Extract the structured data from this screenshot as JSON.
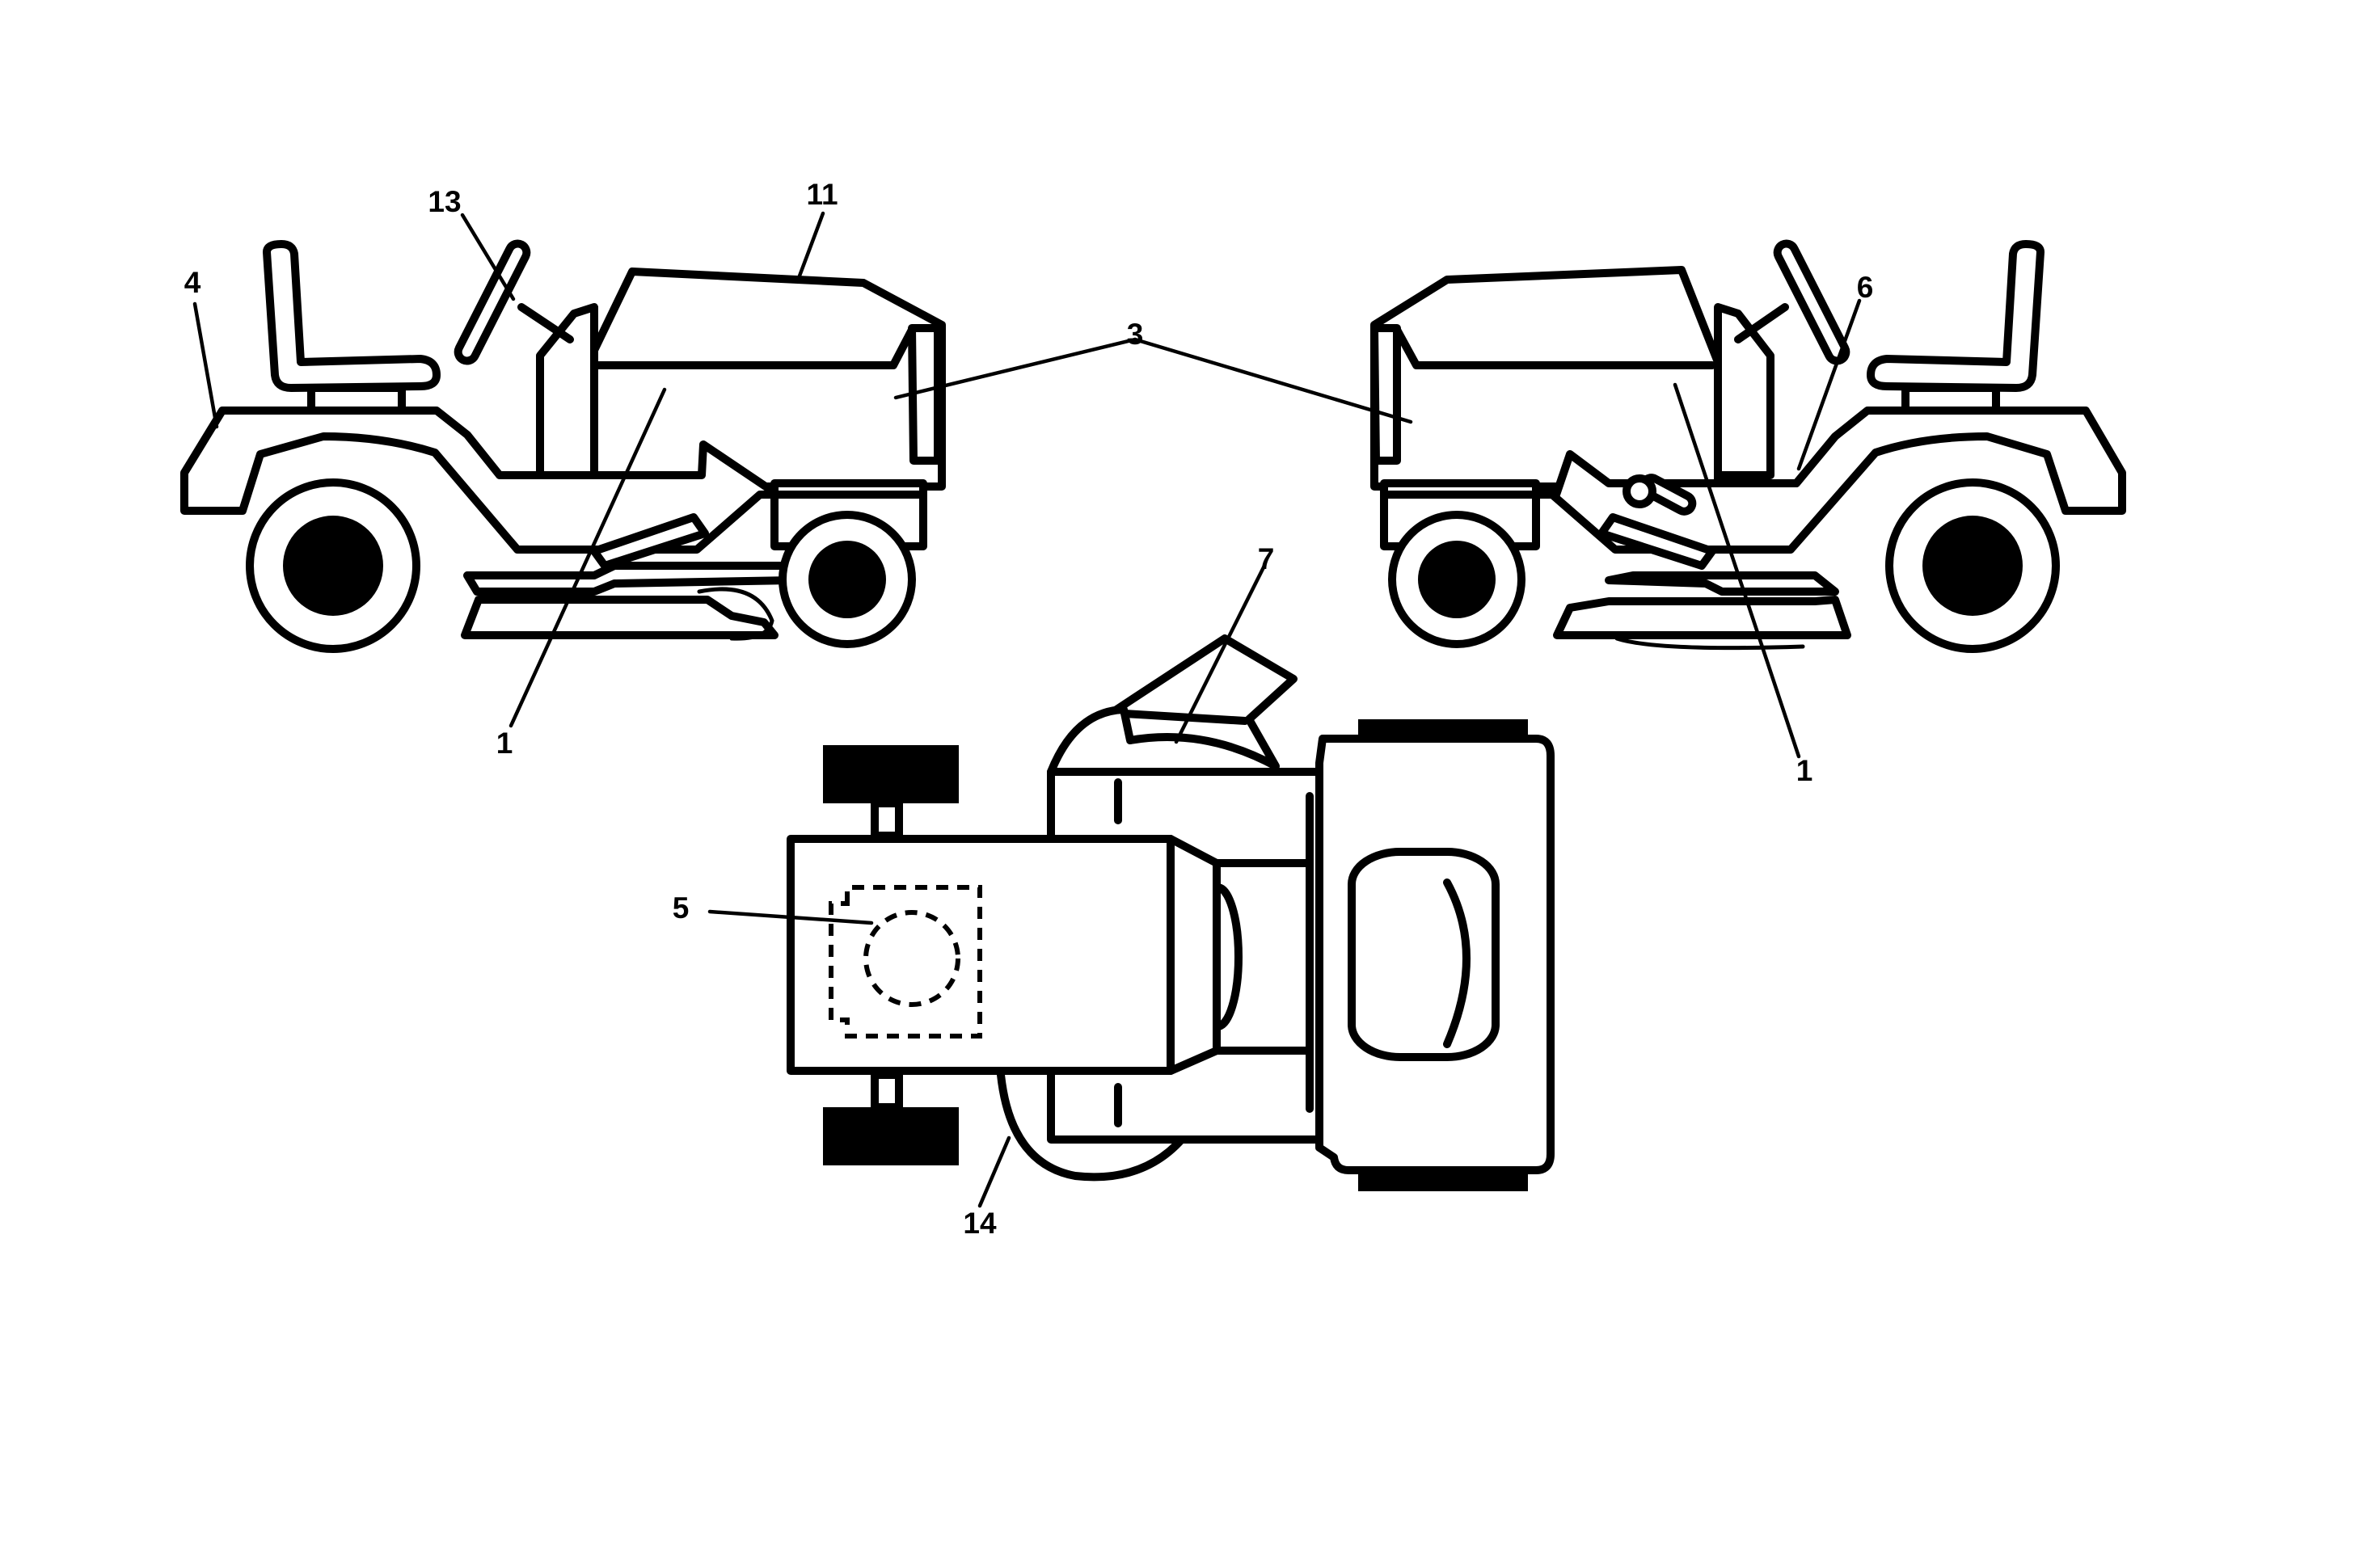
{
  "callouts": {
    "c4": "4",
    "c13": "13",
    "c11": "11",
    "c3": "3",
    "c6": "6",
    "c1_left": "1",
    "c1_right": "1",
    "c7": "7",
    "c5": "5",
    "c14": "14"
  },
  "colors": {
    "line": "#000000",
    "background": "#ffffff"
  }
}
